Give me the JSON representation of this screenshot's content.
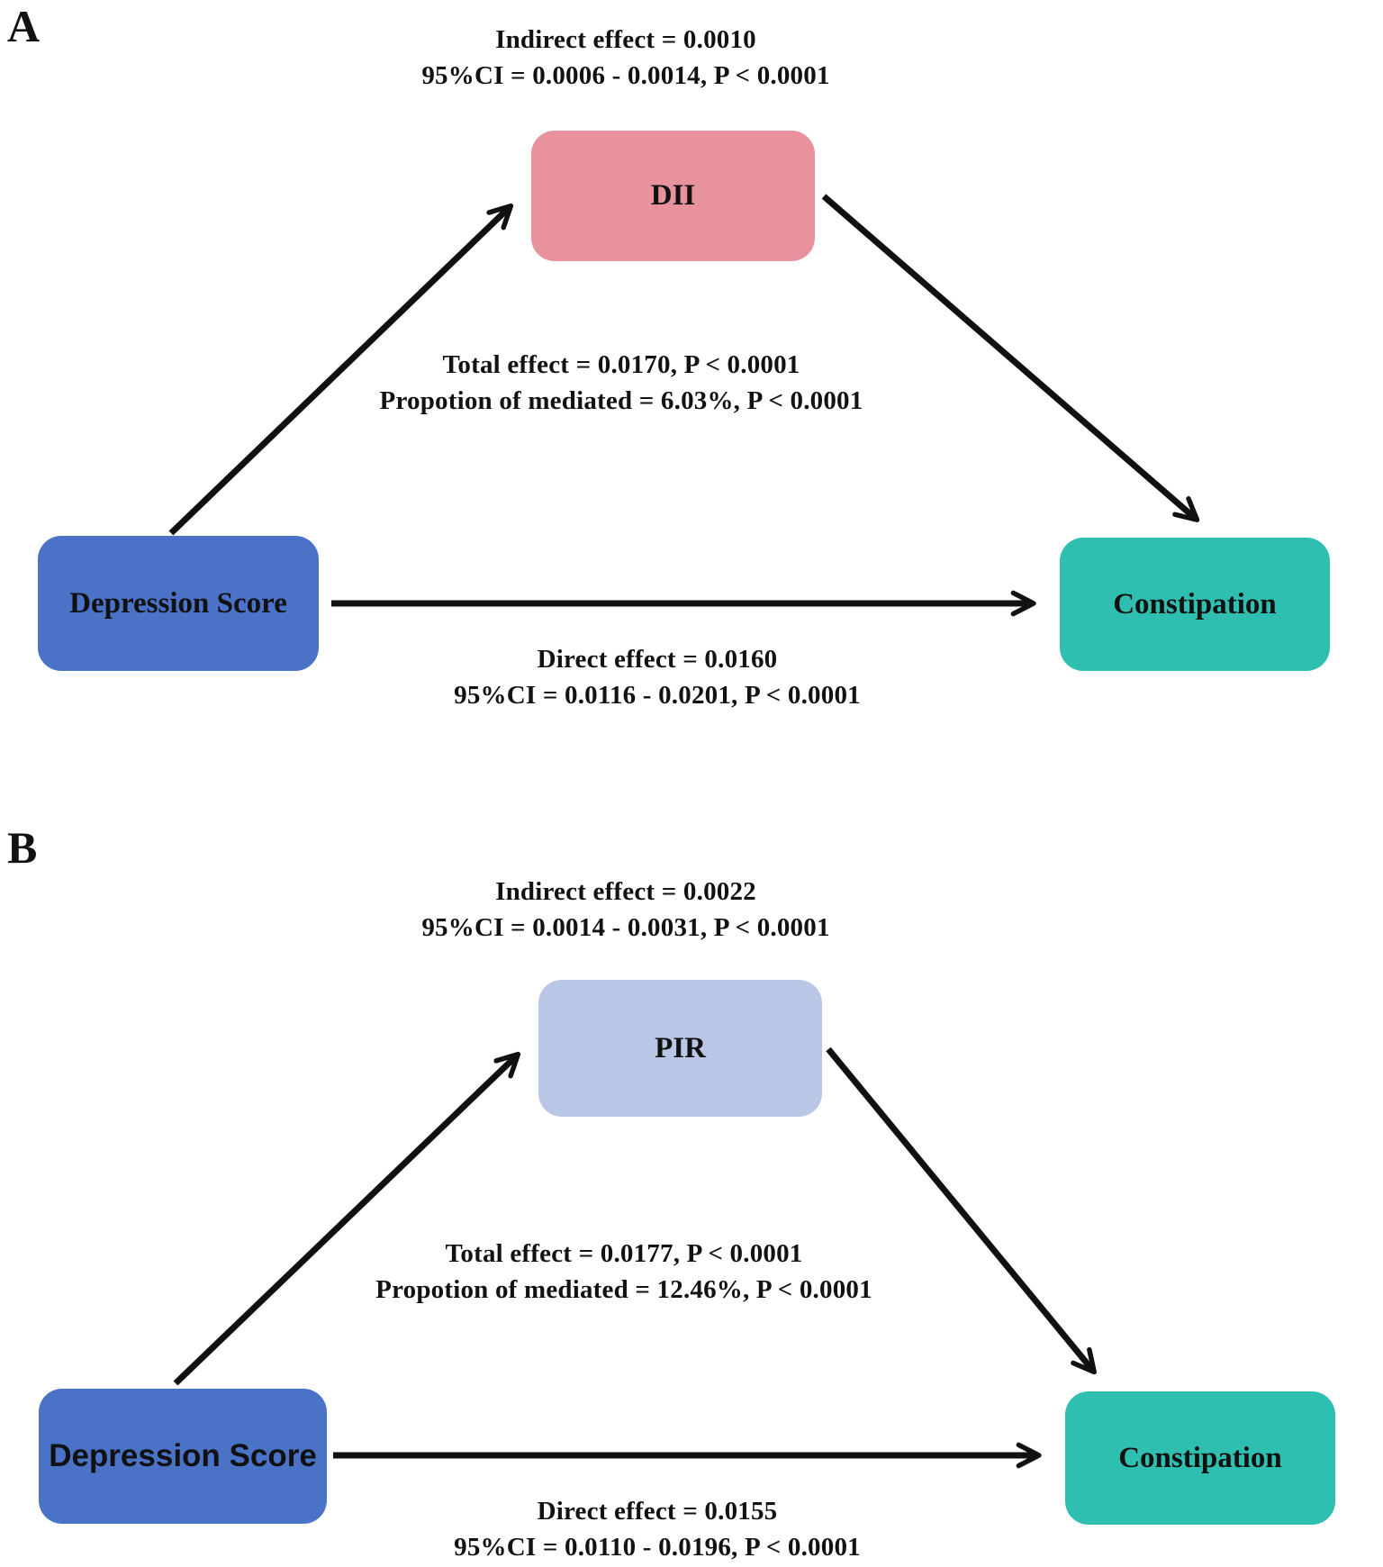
{
  "figure": {
    "panels": [
      {
        "label": "A",
        "indirect": {
          "line1": "Indirect effect = 0.0010",
          "line2": "95%CI = 0.0006 - 0.0014, P < 0.0001"
        },
        "mediator": {
          "label": "DII",
          "color": "#e8929e"
        },
        "total": {
          "line1": "Total effect = 0.0170, P < 0.0001",
          "line2": "Propotion of mediated = 6.03%, P < 0.0001"
        },
        "predictor": {
          "label": "Depression Score",
          "color": "#4a73c8"
        },
        "outcome": {
          "label": "Constipation",
          "color": "#2fbfb0"
        },
        "direct": {
          "line1": "Direct effect = 0.0160",
          "line2": "95%CI = 0.0116 - 0.0201, P < 0.0001"
        }
      },
      {
        "label": "B",
        "indirect": {
          "line1": "Indirect effect = 0.0022",
          "line2": "95%CI = 0.0014 - 0.0031, P < 0.0001"
        },
        "mediator": {
          "label": "PIR",
          "color": "#b9c6e6"
        },
        "total": {
          "line1": "Total effect = 0.0177, P < 0.0001",
          "line2": "Propotion of mediated = 12.46%, P < 0.0001"
        },
        "predictor": {
          "label": "Depression Score",
          "color": "#4a73c8"
        },
        "outcome": {
          "label": "Constipation",
          "color": "#2fbfb0"
        },
        "direct": {
          "line1": "Direct effect = 0.0155",
          "line2": "95%CI = 0.0110 - 0.0196, P < 0.0001"
        }
      }
    ],
    "colors": {
      "arrow": "#111111",
      "mediator_a": "#e8929e",
      "mediator_b": "#b9c6e6",
      "predictor": "#4a73c8",
      "outcome": "#2fbfb0"
    }
  }
}
